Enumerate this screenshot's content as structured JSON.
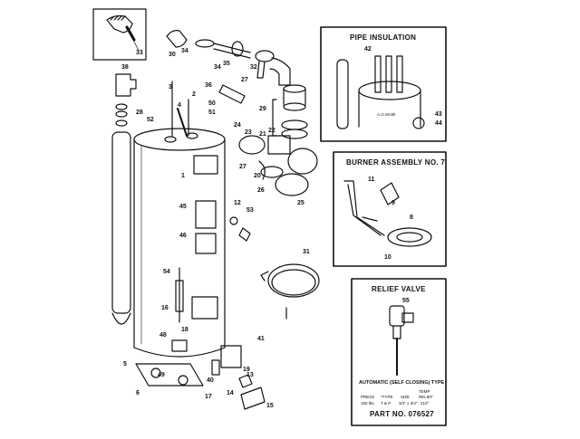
{
  "panels": {
    "pipe_insulation": {
      "title": "PIPE INSULATION",
      "callouts": [
        "42",
        "43",
        "44"
      ],
      "brand": "A.O.Smith"
    },
    "burner_assembly": {
      "title": "BURNER ASSEMBLY NO. 7",
      "callouts": [
        "11",
        "9",
        "8",
        "10"
      ]
    },
    "relief_valve": {
      "title": "RELIEF VALVE",
      "callout": "55",
      "caption": "AUTOMATIC (SELF CLOSING) TYPE",
      "spec": {
        "press_header": "PRESS",
        "type_header": "*TYPE",
        "size_header": "SIZE",
        "temp_header": "TEMP",
        "relief_header": "RELIEF",
        "press_value": "150 lbs.",
        "type_value": "T & P",
        "size_value": "3/4\" x 3/4\"",
        "relief_value": "210°"
      },
      "part_no": "PART NO. 076527"
    }
  },
  "main_callouts": [
    "33",
    "30",
    "34",
    "35",
    "34",
    "32",
    "27",
    "36",
    "38",
    "3",
    "2",
    "4",
    "50",
    "51",
    "28",
    "52",
    "29",
    "24",
    "23",
    "21",
    "22",
    "27",
    "20",
    "26",
    "25",
    "1",
    "12",
    "53",
    "45",
    "46",
    "31",
    "54",
    "16",
    "18",
    "48",
    "41",
    "5",
    "49",
    "40",
    "19",
    "17",
    "6",
    "13",
    "14",
    "15"
  ]
}
